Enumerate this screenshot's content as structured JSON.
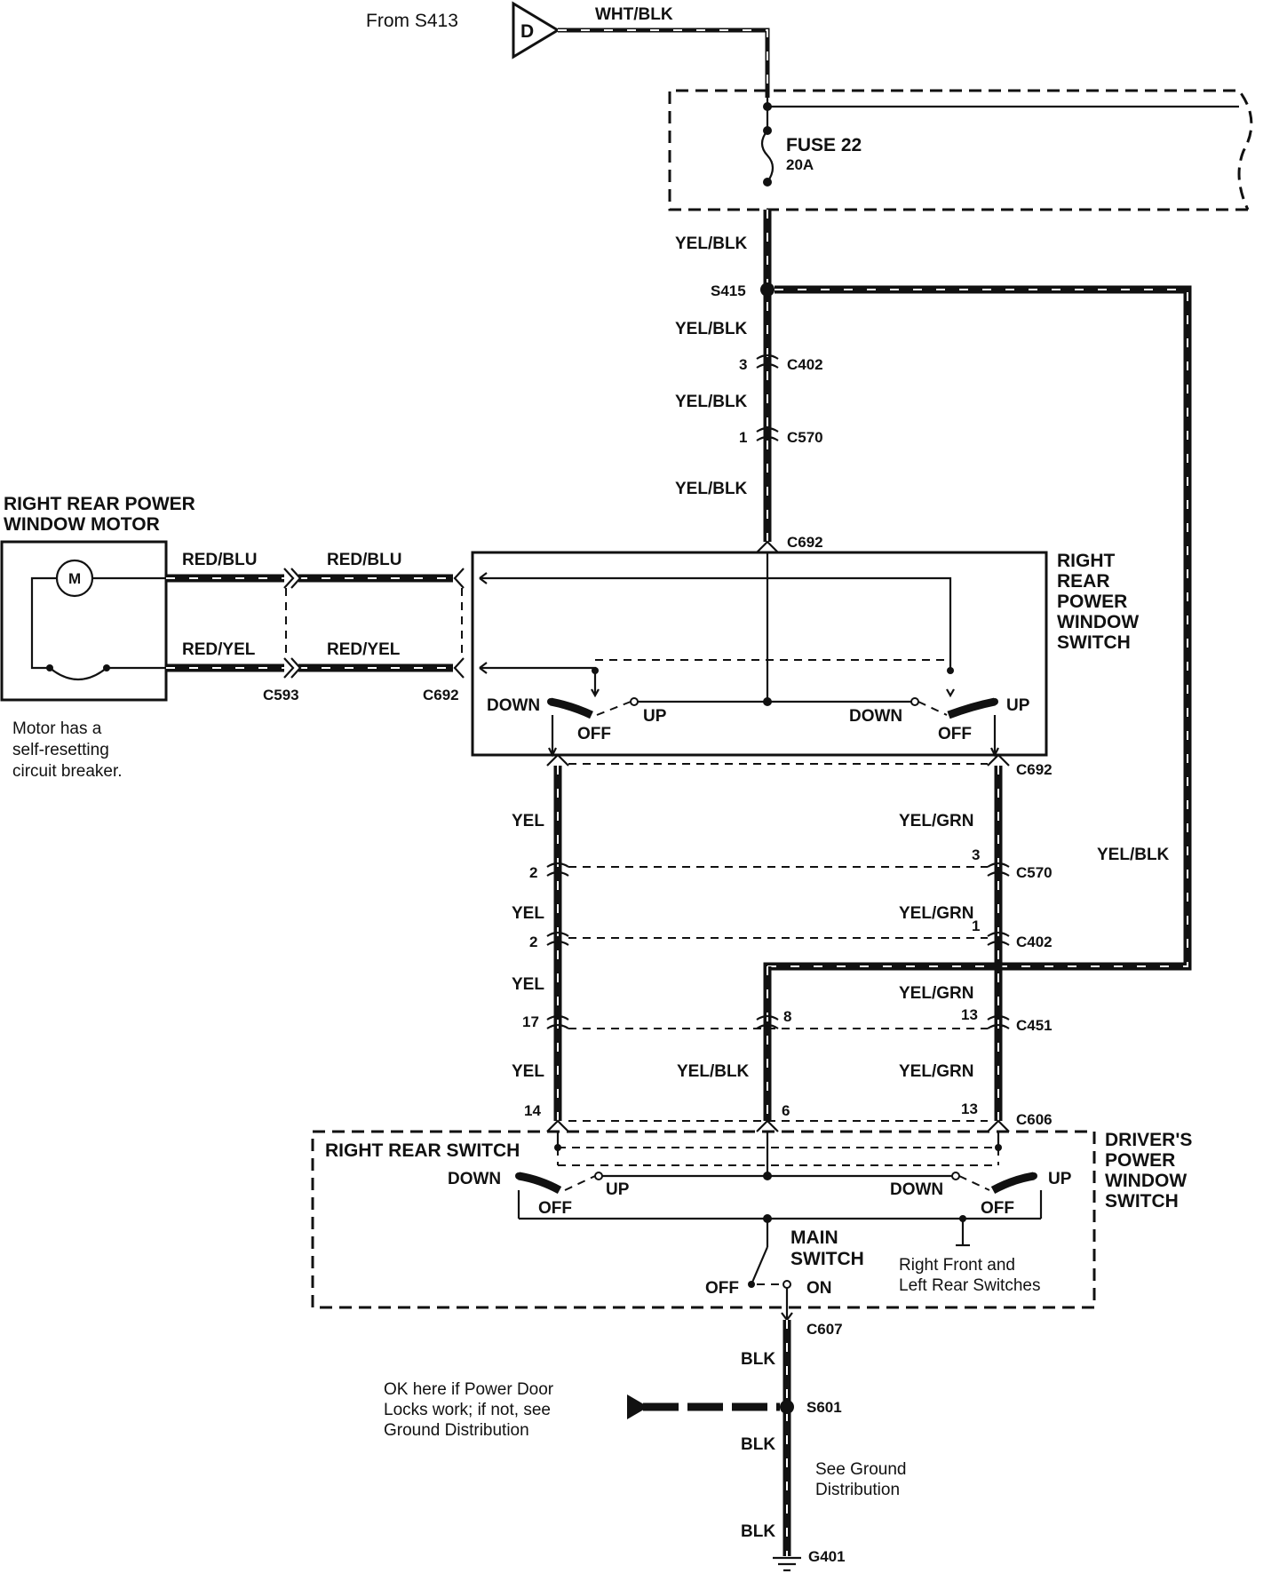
{
  "source": {
    "from": "From S413",
    "connector_letter": "D",
    "wire": "WHT/BLK"
  },
  "fuse": {
    "name": "FUSE 22",
    "rating": "20A"
  },
  "splices": {
    "s415": "S415",
    "s601": "S601"
  },
  "wire_colors": {
    "yel_blk": "YEL/BLK",
    "yel": "YEL",
    "yel_grn": "YEL/GRN",
    "red_blu": "RED/BLU",
    "red_yel": "RED/YEL",
    "blk": "BLK"
  },
  "connectors": {
    "c402": "C402",
    "c570": "C570",
    "c692": "C692",
    "c593": "C593",
    "c451": "C451",
    "c606": "C606",
    "c607": "C607",
    "g401": "G401"
  },
  "pins": {
    "c402_main": "3",
    "c570_main": "1",
    "yel_c570": "2",
    "yel_c402": "2",
    "yel_c451": "17",
    "yel_c606": "14",
    "grn_c570": "3",
    "grn_c402": "1",
    "grn_c451": "13",
    "grn_c606": "13",
    "blk_c451": "8",
    "blk_c606": "6"
  },
  "motor": {
    "title_line1": "RIGHT REAR POWER",
    "title_line2": "WINDOW MOTOR",
    "symbol": "M",
    "note_line1": "Motor has a",
    "note_line2": "self-resetting",
    "note_line3": "circuit breaker."
  },
  "rr_switch": {
    "title": [
      "RIGHT",
      "REAR",
      "POWER",
      "WINDOW",
      "SWITCH"
    ]
  },
  "drivers_switch": {
    "title": [
      "DRIVER'S",
      "POWER",
      "WINDOW",
      "SWITCH"
    ],
    "section": "RIGHT REAR SWITCH",
    "main_switch_line1": "MAIN",
    "main_switch_line2": "SWITCH",
    "other_line1": "Right Front and",
    "other_line2": "Left Rear Switches"
  },
  "positions": {
    "down": "DOWN",
    "up": "UP",
    "off": "OFF",
    "on": "ON"
  },
  "ground": {
    "ok_line1": "OK here if Power Door",
    "ok_line2": "Locks work; if not, see",
    "ok_line3": "Ground Distribution",
    "see_line1": "See Ground",
    "see_line2": "Distribution"
  }
}
